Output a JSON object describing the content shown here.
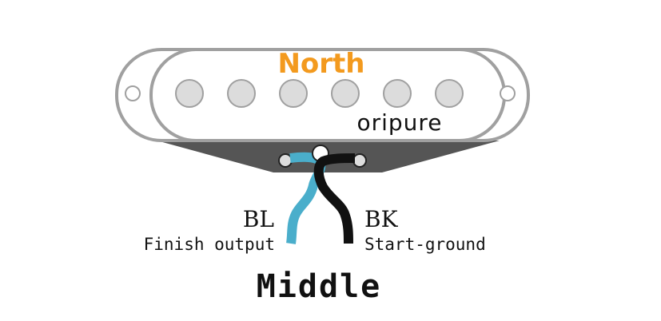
{
  "pickup": {
    "polarity_label": "North",
    "brand": "oripure",
    "position_label": "Middle",
    "pole_count": 6
  },
  "wires": [
    {
      "code": "BL",
      "description": "Finish output",
      "color": "#4aaecb"
    },
    {
      "code": "BK",
      "description": "Start-ground",
      "color": "#111111"
    }
  ],
  "colors": {
    "polarity_label": "#f39a1e",
    "outline": "#a0a0a0",
    "base_plate": "#555555",
    "pole_piece": "#dcdcdc",
    "text": "#111111"
  }
}
